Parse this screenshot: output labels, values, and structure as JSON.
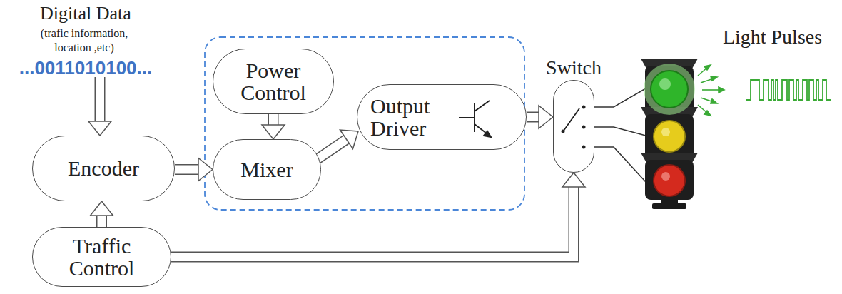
{
  "diagram": {
    "nodes": [
      {
        "text": [
          "Encoder"
        ]
      },
      {
        "text": [
          "Power Control"
        ]
      },
      {
        "text": [
          "Mixer"
        ]
      },
      {
        "text": [
          "Output Driver"
        ]
      },
      {
        "text": [
          "Switch"
        ]
      },
      {
        "text": [
          "Traffic Control"
        ]
      }
    ],
    "edges": [
      {
        "from": 5,
        "to": 0,
        "arrow": "to"
      },
      {
        "from": 0,
        "to": 2,
        "arrow": "to"
      },
      {
        "from": 1,
        "to": 2,
        "arrow": "to"
      },
      {
        "from": 2,
        "to": 3,
        "arrow": "to"
      },
      {
        "from": 3,
        "to": 4,
        "arrow": "to"
      },
      {
        "from": 5,
        "to": 4,
        "arrow": "to"
      }
    ],
    "labels": [
      "Digital Data",
      "(trafic information, location ,etc)",
      "...0011010100...",
      "Light Pulses"
    ]
  }
}
